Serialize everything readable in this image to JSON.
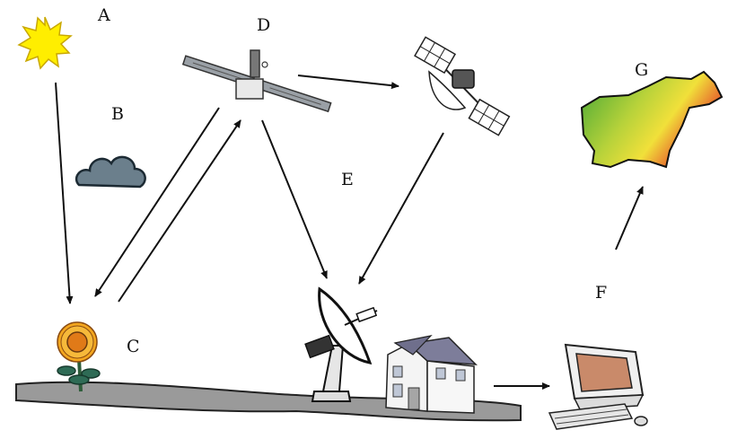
{
  "labels": {
    "a": "A",
    "b": "B",
    "c": "C",
    "d": "D",
    "e": "E",
    "f": "F",
    "g": "G"
  },
  "icons": {
    "sun": "sun-icon",
    "cloud": "cloud-icon",
    "flower": "sunflower-icon",
    "satellite_d": "satellite-icon",
    "satellite_e": "satellite-icon",
    "dish": "satellite-dish-icon",
    "house": "house-icon",
    "computer": "computer-icon",
    "map": "map-icon"
  },
  "colors": {
    "sun": "#ffee00",
    "cloud": "#6b7f8c",
    "map_green": "#4caf2a",
    "map_yellow": "#f3e23a",
    "map_red": "#e0302a",
    "screen": "#c98a6a",
    "house_roof": "#7d7d9a"
  }
}
